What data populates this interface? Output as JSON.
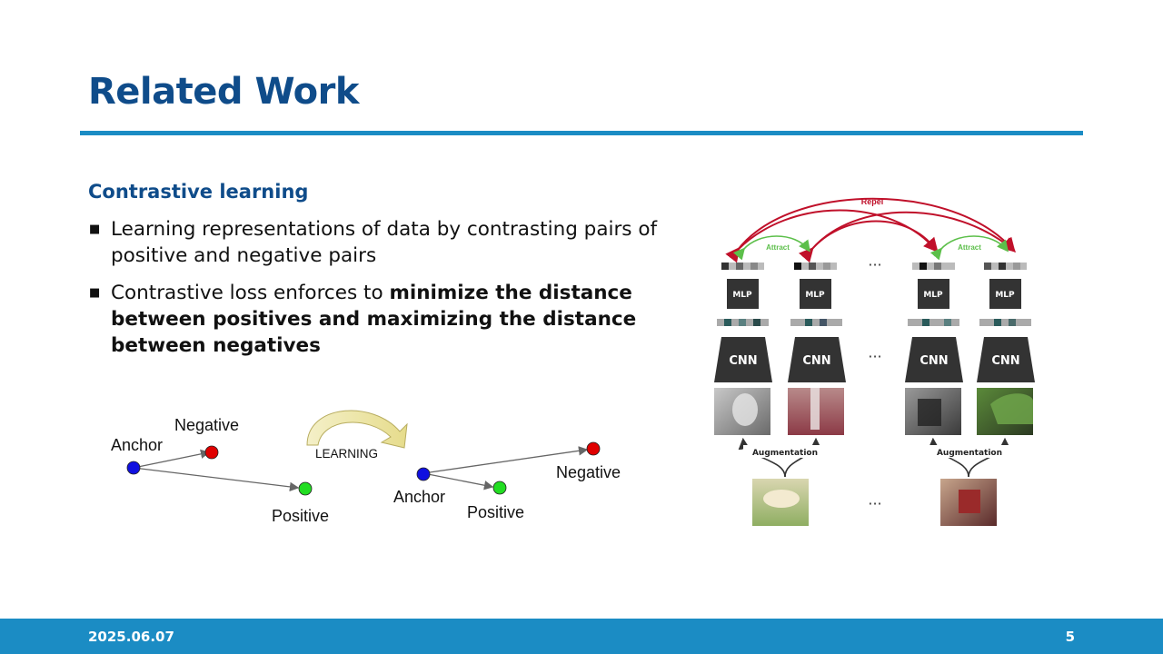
{
  "slide": {
    "title": "Related Work",
    "section_heading": "Contrastive learning",
    "bullets": [
      {
        "text": "Learning representations of data by contrasting pairs of positive and negative pairs"
      },
      {
        "prefix": "Contrastive loss enforces to ",
        "bold": "minimize the distance between positives and maximizing the distance between negatives"
      }
    ]
  },
  "left_diagram": {
    "before": {
      "anchor": "Anchor",
      "negative": "Negative",
      "positive": "Positive"
    },
    "arrow_label": "LEARNING",
    "after": {
      "anchor": "Anchor",
      "negative": "Negative",
      "positive": "Positive"
    },
    "colors": {
      "anchor": "#1010e0",
      "negative": "#e00000",
      "positive": "#22dd22"
    }
  },
  "right_diagram": {
    "repel_label": "Repel",
    "attract_label": "Attract",
    "mlp_label": "MLP",
    "cnn_label": "CNN",
    "augmentation_label": "Augmentation",
    "ellipsis": "···",
    "colors": {
      "repel": "#c0102a",
      "attract": "#5cbf4a",
      "block": "#333333"
    }
  },
  "footer": {
    "date": "2025.06.07",
    "page": "5"
  }
}
